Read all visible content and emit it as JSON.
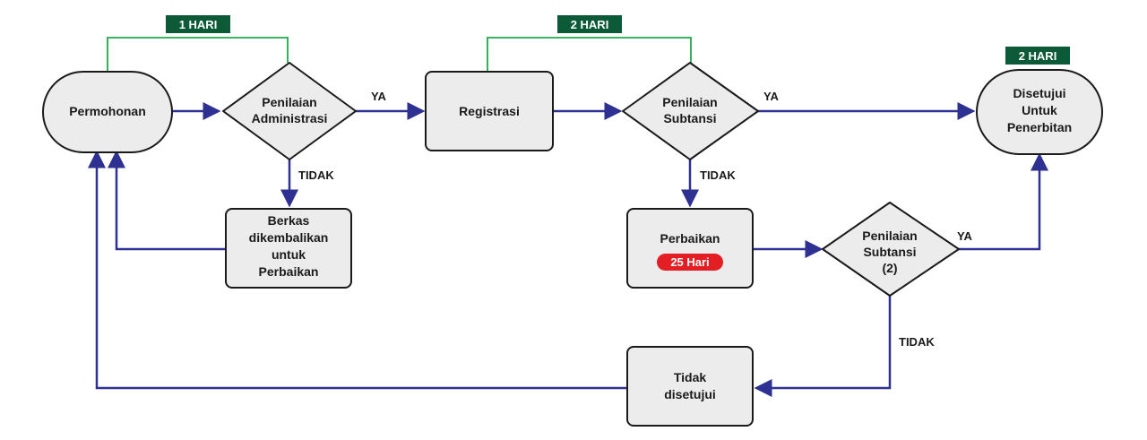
{
  "colors": {
    "arrow": "#2e3192",
    "bracket": "#1ea94b",
    "duration_badge": "#0d5a38",
    "deadline_pill": "#e31e24",
    "node_fill": "#ececec",
    "node_border": "#1a1a1a"
  },
  "durations": {
    "admin": "1 HARI",
    "registration": "2 HARI",
    "approval": "2 HARI"
  },
  "nodes": {
    "permohonan": "Permohonan",
    "penilaian_administrasi": [
      "Penilaian",
      "Administrasi"
    ],
    "registrasi": "Registrasi",
    "penilaian_subtansi": [
      "Penilaian",
      "Subtansi"
    ],
    "disetujui": [
      "Disetujui",
      "Untuk",
      "Penerbitan"
    ],
    "berkas": [
      "Berkas",
      "dikembalikan",
      "untuk",
      "Perbaikan"
    ],
    "perbaikan": "Perbaikan",
    "perbaikan_deadline": "25 Hari",
    "penilaian_subtansi_2": [
      "Penilaian",
      "Subtansi",
      "(2)"
    ],
    "tidak_disetujui": [
      "Tidak",
      "disetujui"
    ]
  },
  "edge_labels": {
    "admin_yes": "YA",
    "admin_no": "TIDAK",
    "subtansi_yes": "YA",
    "subtansi_no": "TIDAK",
    "subtansi2_yes": "YA",
    "subtansi2_no": "TIDAK"
  }
}
